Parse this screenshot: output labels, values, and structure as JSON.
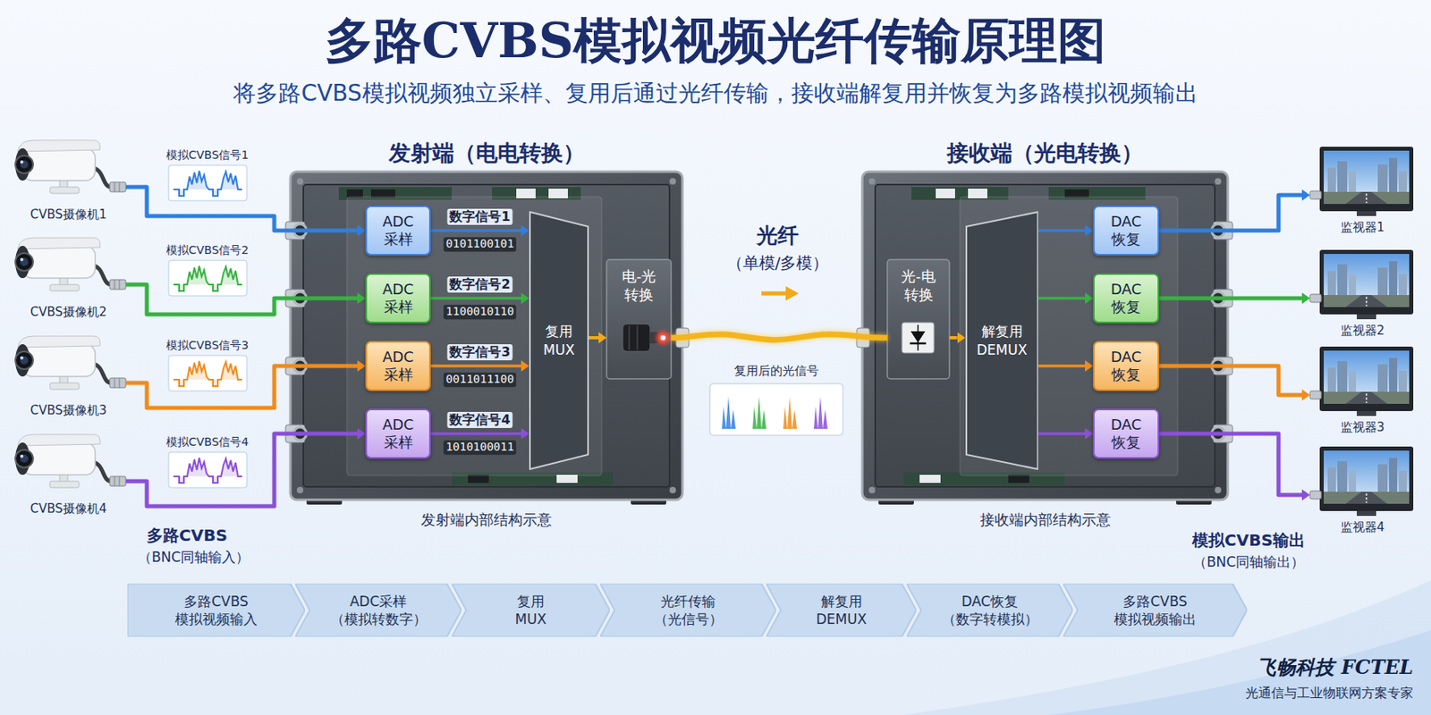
{
  "diagram": {
    "title": "多路CVBS模拟视频光纤传输原理图",
    "caption": "将多路CVBS模拟视频独立采样、复用后通过光纤传输，接收端解复用并恢复为多路模拟视频输出",
    "nodes": [
      {
        "text": [
          "CVBS摄像机1"
        ]
      },
      {
        "text": [
          "CVBS摄像机2"
        ]
      },
      {
        "text": [
          "CVBS摄像机3"
        ]
      },
      {
        "text": [
          "CVBS摄像机4"
        ]
      },
      {
        "text": [
          "发射端（电电转换）",
          "发射端内部结构示意"
        ]
      },
      {
        "text": [
          "ADC 采样"
        ],
        "in": 4
      },
      {
        "text": [
          "ADC 采样"
        ],
        "in": 4
      },
      {
        "text": [
          "ADC 采样"
        ],
        "in": 4
      },
      {
        "text": [
          "ADC 采样"
        ],
        "in": 4
      },
      {
        "text": [
          "复用 MUX"
        ],
        "in": 4
      },
      {
        "text": [
          "电-光 转换"
        ],
        "in": 4
      },
      {
        "text": [
          "接收端（光电转换）",
          "接收端内部结构示意"
        ]
      },
      {
        "text": [
          "光-电 转换"
        ],
        "in": 11
      },
      {
        "text": [
          "解复用 DEMUX"
        ],
        "in": 11
      },
      {
        "text": [
          "DAC 恢复"
        ],
        "in": 11
      },
      {
        "text": [
          "DAC 恢复"
        ],
        "in": 11
      },
      {
        "text": [
          "DAC 恢复"
        ],
        "in": 11
      },
      {
        "text": [
          "DAC 恢复"
        ],
        "in": 11
      },
      {
        "text": [
          "监视器1"
        ]
      },
      {
        "text": [
          "监视器2"
        ]
      },
      {
        "text": [
          "监视器3"
        ]
      },
      {
        "text": [
          "监视器4"
        ]
      },
      {
        "text": [
          "多路CVBS 模拟视频输入"
        ]
      },
      {
        "text": [
          "ADC采样 （模拟转数字）"
        ]
      },
      {
        "text": [
          "复用 MUX"
        ]
      },
      {
        "text": [
          "光纤传输 （光信号）"
        ]
      },
      {
        "text": [
          "解复用 DEMUX"
        ]
      },
      {
        "text": [
          "DAC恢复 （数字转模拟）"
        ]
      },
      {
        "text": [
          "多路CVBS 模拟视频输出"
        ]
      }
    ],
    "edges": [
      {
        "from": 0,
        "to": 5,
        "arrow": "to"
      },
      {
        "from": 1,
        "to": 6,
        "arrow": "to"
      },
      {
        "from": 2,
        "to": 7,
        "arrow": "to"
      },
      {
        "from": 3,
        "to": 8,
        "arrow": "to"
      },
      {
        "from": 5,
        "to": 9,
        "arrow": "to"
      },
      {
        "from": 6,
        "to": 9,
        "arrow": "to"
      },
      {
        "from": 7,
        "to": 9,
        "arrow": "to"
      },
      {
        "from": 8,
        "to": 9,
        "arrow": "to"
      },
      {
        "from": 9,
        "to": 10,
        "arrow": "to"
      },
      {
        "from": 10,
        "to": 12,
        "arrow": "none"
      },
      {
        "from": 12,
        "to": 13,
        "arrow": "to"
      },
      {
        "from": 13,
        "to": 14,
        "arrow": "to"
      },
      {
        "from": 13,
        "to": 15,
        "arrow": "to"
      },
      {
        "from": 13,
        "to": 16,
        "arrow": "to"
      },
      {
        "from": 13,
        "to": 17,
        "arrow": "to"
      },
      {
        "from": 14,
        "to": 18,
        "arrow": "to"
      },
      {
        "from": 15,
        "to": 19,
        "arrow": "to"
      },
      {
        "from": 16,
        "to": 20,
        "arrow": "to"
      },
      {
        "from": 17,
        "to": 21,
        "arrow": "to"
      }
    ],
    "labels": [
      "模拟CVBS信号1",
      "模拟CVBS信号2",
      "模拟CVBS信号3",
      "模拟CVBS信号4",
      "数字信号1",
      "0101100101",
      "数字信号2",
      "1100010110",
      "数字信号3",
      "0011011100",
      "数字信号4",
      "1010100011",
      "光纤",
      "（单模/多模）",
      "复用后的光信号",
      "多路CVBS",
      "（BNC同轴输入）",
      "模拟CVBS输出",
      "（BNC同轴输出）",
      "飞畅科技 FCTEL",
      "光通信与工业物联网方案专家"
    ]
  }
}
